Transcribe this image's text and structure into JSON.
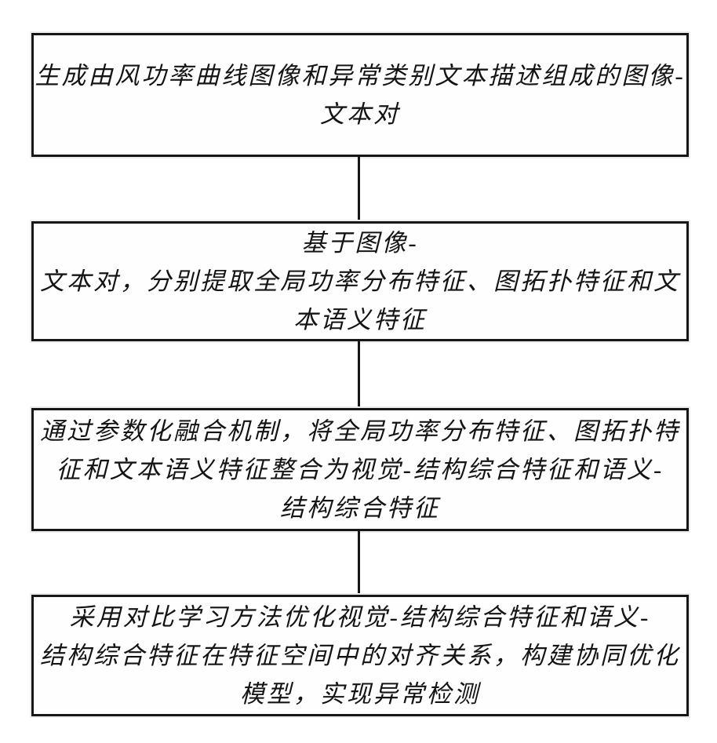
{
  "diagram": {
    "type": "flowchart",
    "direction": "top-down",
    "colors": {
      "border": "#161616",
      "background": "#ffffff",
      "text": "#141414",
      "connector": "#161616"
    },
    "steps": [
      {
        "id": 1,
        "lines": [
          "生成由风功率曲线图像和异常类别文本描述组成的图像-",
          "文本对"
        ]
      },
      {
        "id": 2,
        "lines": [
          "基于图像-",
          "文本对，分别提取全局功率分布特征、图拓扑特征和文",
          "本语义特征"
        ]
      },
      {
        "id": 3,
        "lines": [
          "通过参数化融合机制，将全局功率分布特征、图拓扑特",
          "征和文本语义特征整合为视觉-结构综合特征和语义-",
          "结构综合特征"
        ]
      },
      {
        "id": 4,
        "lines": [
          "采用对比学习方法优化视觉-结构综合特征和语义-",
          "结构综合特征在特征空间中的对齐关系，构建协同优化",
          "模型，实现异常检测"
        ]
      }
    ]
  }
}
